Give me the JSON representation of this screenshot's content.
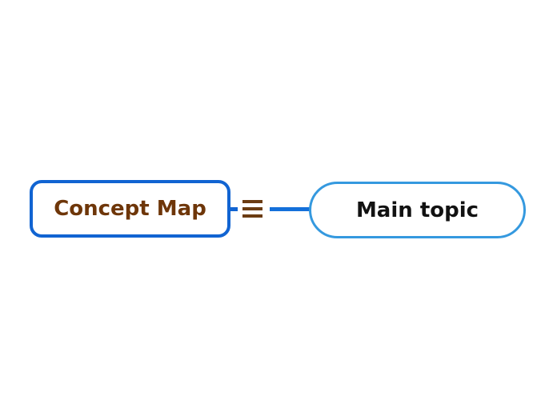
{
  "app": {
    "type": "mind-map-editor",
    "background_color": "#ffffff"
  },
  "nodes": [
    {
      "id": "root",
      "label": "Concept Map",
      "shape": "rounded-rectangle",
      "border_color": "#1164d2",
      "text_color": "#6e3609",
      "fill_color": "#ffffff"
    },
    {
      "id": "main-topic",
      "label": "Main topic",
      "shape": "pill",
      "border_color": "#3599df",
      "text_color": "#121212",
      "fill_color": "#ffffff"
    }
  ],
  "connector": {
    "from": "root",
    "to": "main-topic",
    "line_color": "#1470da",
    "collapse_icon": "hamburger-icon",
    "collapse_icon_color": "#6b3c12"
  }
}
